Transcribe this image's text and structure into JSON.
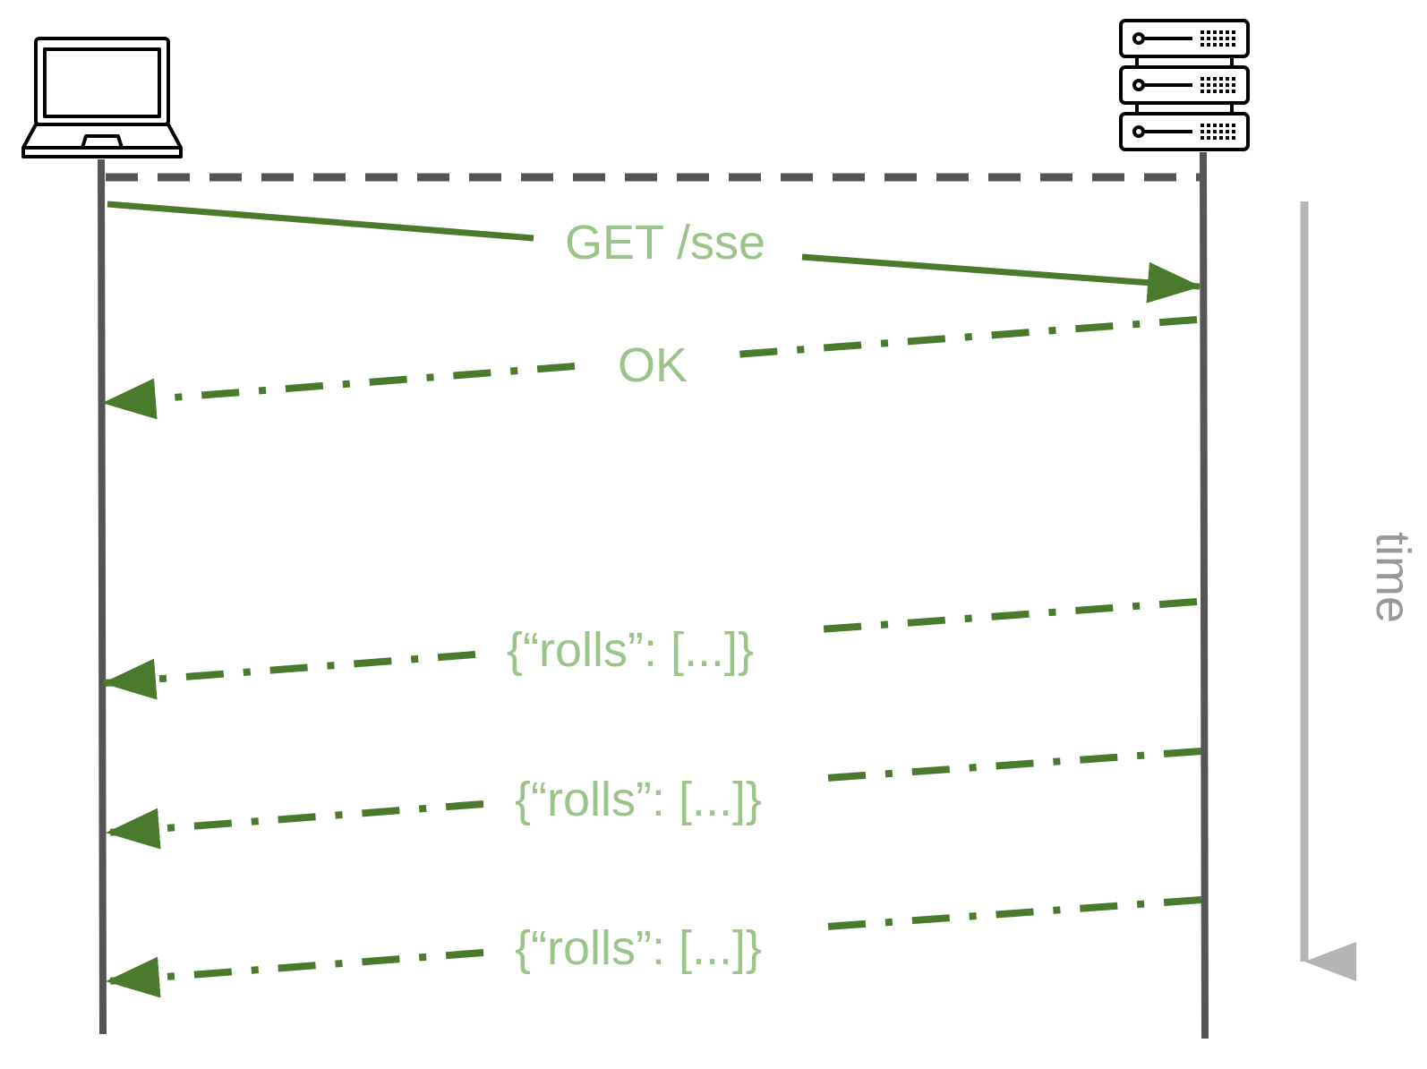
{
  "participants": {
    "client": {
      "icon": "laptop-icon"
    },
    "server": {
      "icon": "server-rack-icon"
    }
  },
  "messages": [
    {
      "label": "GET /sse",
      "direction": "client-to-server",
      "style": "solid"
    },
    {
      "label": "OK",
      "direction": "server-to-client",
      "style": "dash-dot"
    },
    {
      "label": "{“rolls”: [...]}",
      "direction": "server-to-client",
      "style": "dash-dot"
    },
    {
      "label": "{“rolls”: [...]}",
      "direction": "server-to-client",
      "style": "dash-dot"
    },
    {
      "label": "{“rolls”: [...]}",
      "direction": "server-to-client",
      "style": "dash-dot"
    }
  ],
  "time_axis": {
    "label": "time"
  },
  "colors": {
    "lifeline": "#555555",
    "connection": "#555555",
    "arrow": "#4a7a2c",
    "label": "#9cc389",
    "time": "#b5b5b5",
    "time_label": "#999999",
    "icon": "#000000"
  }
}
